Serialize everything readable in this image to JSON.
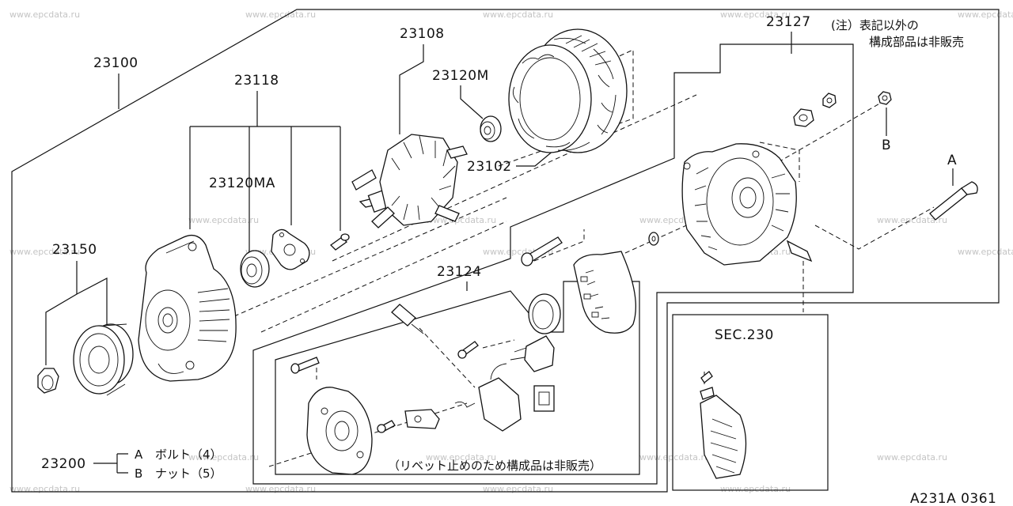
{
  "watermark": "www.epcdata.ru",
  "diagram_code": "A231A 0361",
  "labels": {
    "p23100": "23100",
    "p23118": "23118",
    "p23108": "23108",
    "p23120M": "23120M",
    "p23102": "23102",
    "p23127": "23127",
    "p23120MA": "23120MA",
    "p23150": "23150",
    "p23124": "23124",
    "p23200": "23200",
    "sec230": "SEC.230",
    "callout_A": "A",
    "callout_B": "B"
  },
  "notes": {
    "note_line1": "(注）表記以外の",
    "note_line2": "構成部品は非販売",
    "rivet_note": "（リベット止めのため構成品は非販売）"
  },
  "legend": [
    {
      "key": "A",
      "text": "ボルト（4）"
    },
    {
      "key": "B",
      "text": "ナット（5）"
    }
  ]
}
